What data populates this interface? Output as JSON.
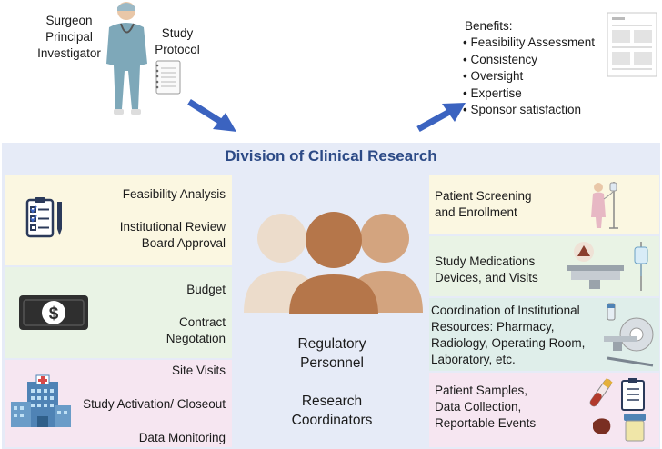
{
  "top": {
    "surgeon_label": [
      "Surgeon",
      "Principal",
      "Investigator"
    ],
    "protocol_label": [
      "Study",
      "Protocol"
    ],
    "benefits_title": "Benefits:",
    "benefits": [
      "Feasibility Assessment",
      "Consistency",
      "Oversight",
      "Expertise",
      "Sponsor satisfaction"
    ]
  },
  "division": {
    "title": "Division of Clinical Research",
    "center_labels": [
      "Regulatory",
      "Personnel",
      "Research",
      "Coordinators"
    ]
  },
  "left_panels": [
    {
      "lines": [
        [
          "Feasibility Analysis"
        ],
        [
          "Institutional Review",
          "Board Approval"
        ]
      ],
      "icon": "checklist-clipboard-icon"
    },
    {
      "lines": [
        [
          "Budget"
        ],
        [
          "Contract",
          "Negotation"
        ]
      ],
      "icon": "dollar-bill-icon"
    },
    {
      "lines": [
        [
          "Site Visits"
        ],
        [
          "Study Activation/ Closeout"
        ],
        [
          "Data Monitoring"
        ]
      ],
      "icon": "hospital-building-icon"
    }
  ],
  "right_panels": [
    {
      "lines": [
        "Patient Screening",
        "and Enrollment"
      ],
      "icon": "patient-iv-icon"
    },
    {
      "lines": [
        "Study Medications",
        "Devices, and Visits"
      ],
      "icon": "procedure-table-icon"
    },
    {
      "lines": [
        "Coordination of Institutional",
        "Resources: Pharmacy,",
        "Radiology, Operating Room,",
        "Laboratory, etc."
      ],
      "icon": "ct-scanner-icon"
    },
    {
      "lines": [
        "Patient Samples,",
        "Data Collection,",
        "Reportable Events"
      ],
      "icon": "sample-tubes-icon"
    }
  ],
  "colors": {
    "division_bg": "#e6ebf7",
    "title": "#2c4a86",
    "arrow": "#3b63c0",
    "yellow_panel": "#fbf7e1",
    "green_panel": "#e9f3e5",
    "pink_panel": "#f6e6f1",
    "teal_panel": "#dfeeea",
    "person_light": "#ecdccb",
    "person_mid": "#b5764a",
    "person_tan": "#d3a47f"
  }
}
